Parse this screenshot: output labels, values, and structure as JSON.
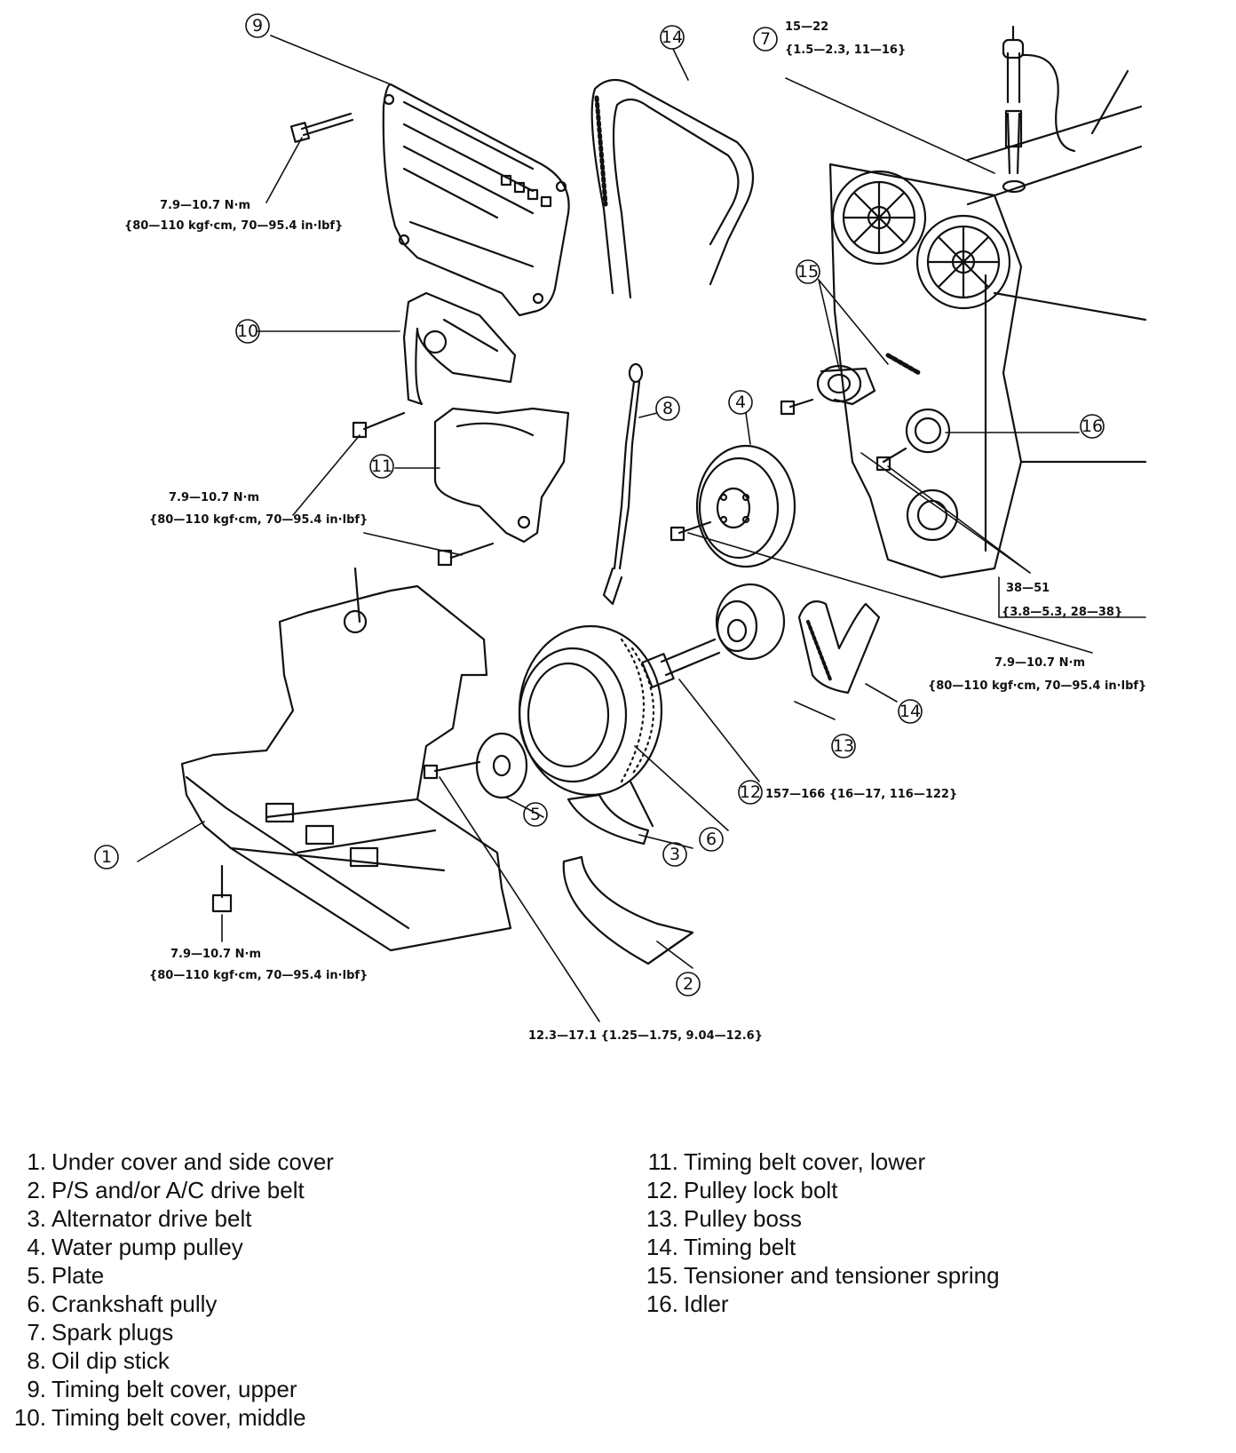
{
  "callouts": {
    "c1": "1",
    "c2": "2",
    "c3": "3",
    "c4": "4",
    "c5": "5",
    "c6": "6",
    "c7": "7",
    "c8": "8",
    "c9": "9",
    "c10": "10",
    "c11": "11",
    "c12": "12",
    "c13": "13",
    "c14a": "14",
    "c14b": "14",
    "c15": "15",
    "c16": "16"
  },
  "torque_specs": {
    "spark_plugs": [
      "15—22",
      "{1.5—2.3, 11—16}"
    ],
    "upper_cover": [
      "7.9—10.7 N·m",
      "{80—110 kgf·cm, 70—95.4 in·lbf}"
    ],
    "middle_cover": [
      "7.9—10.7 N·m",
      "{80—110 kgf·cm, 70—95.4 in·lbf}"
    ],
    "under_cover": [
      "7.9—10.7 N·m",
      "{80—110 kgf·cm, 70—95.4 in·lbf}"
    ],
    "tensioner": [
      "38—51",
      "{3.8—5.3, 28—38}"
    ],
    "water_pump": [
      "7.9—10.7 N·m",
      "{80—110 kgf·cm, 70—95.4 in·lbf}"
    ],
    "lock_bolt": "157—166 {16—17, 116—122}",
    "plate": "12.3—17.1 {1.25—1.75, 9.04—12.6}"
  },
  "parts_legend": {
    "left": [
      {
        "num": "1.",
        "text": "Under cover and side cover"
      },
      {
        "num": "2.",
        "text": "P/S and/or A/C drive belt"
      },
      {
        "num": "3.",
        "text": "Alternator drive belt"
      },
      {
        "num": "4.",
        "text": "Water pump pulley"
      },
      {
        "num": "5.",
        "text": "Plate"
      },
      {
        "num": "6.",
        "text": "Crankshaft pully"
      },
      {
        "num": "7.",
        "text": "Spark plugs"
      },
      {
        "num": "8.",
        "text": "Oil dip stick"
      },
      {
        "num": "9.",
        "text": "Timing belt cover, upper"
      },
      {
        "num": "10.",
        "text": "Timing belt cover, middle"
      }
    ],
    "right": [
      {
        "num": "11.",
        "text": "Timing belt cover, lower"
      },
      {
        "num": "12.",
        "text": "Pulley lock bolt"
      },
      {
        "num": "13.",
        "text": "Pulley boss"
      },
      {
        "num": "14.",
        "text": "Timing belt"
      },
      {
        "num": "15.",
        "text": "Tensioner and tensioner spring"
      },
      {
        "num": "16.",
        "text": "Idler"
      }
    ]
  }
}
